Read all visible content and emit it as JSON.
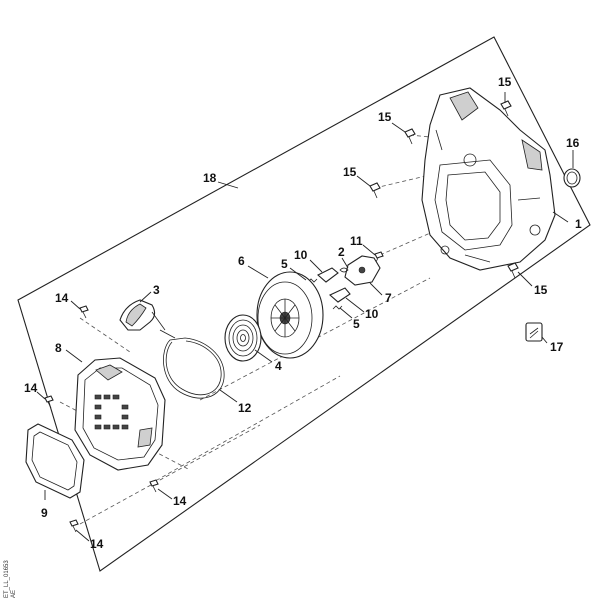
{
  "diagram": {
    "callouts": [
      "1",
      "2",
      "3",
      "4",
      "5",
      "5",
      "6",
      "7",
      "8",
      "9",
      "10",
      "10",
      "11",
      "12",
      "14",
      "14",
      "14",
      "14",
      "15",
      "15",
      "15",
      "15",
      "16",
      "17",
      "18"
    ],
    "drawing_code_line1": "ET_LL_01653",
    "drawing_code_line2": "AE"
  }
}
